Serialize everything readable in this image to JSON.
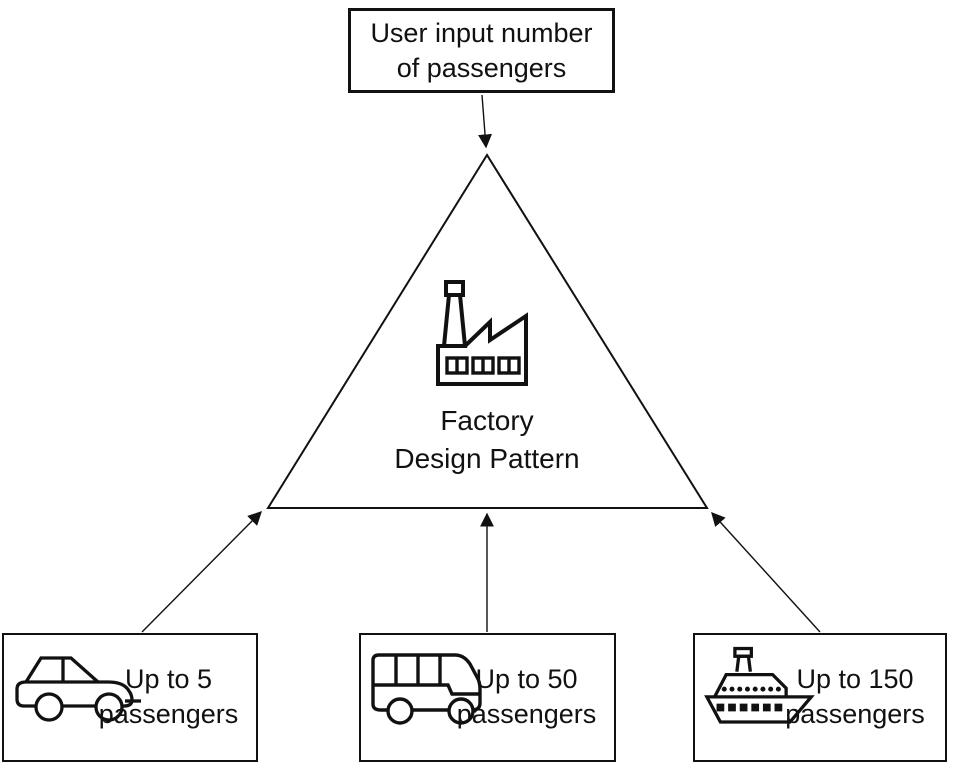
{
  "colors": {
    "ink": "#111111",
    "background": "#ffffff"
  },
  "diagram": {
    "input_box": {
      "label": "User input number of passengers"
    },
    "factory": {
      "label": "Factory\nDesign Pattern",
      "icon": "factory-icon"
    },
    "options": [
      {
        "vehicle": "car",
        "icon": "car-icon",
        "label": "Up to 5 passengers"
      },
      {
        "vehicle": "bus",
        "icon": "bus-icon",
        "label": "Up to 50 passengers"
      },
      {
        "vehicle": "ship",
        "icon": "ship-icon",
        "label": "Up to 150 passengers"
      }
    ]
  }
}
